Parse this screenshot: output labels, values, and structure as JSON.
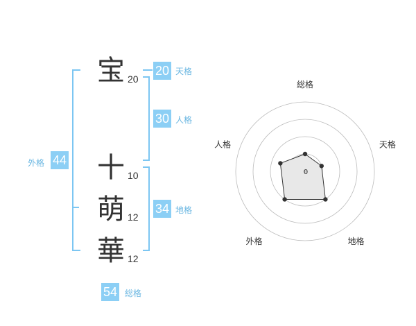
{
  "name": {
    "surname": [
      {
        "char": "宝",
        "strokes": "20"
      }
    ],
    "given": [
      {
        "char": "十",
        "strokes": "10"
      },
      {
        "char": "萌",
        "strokes": "12"
      },
      {
        "char": "華",
        "strokes": "12"
      }
    ]
  },
  "fortunes": {
    "tenkaku": {
      "value": "20",
      "label": "天格"
    },
    "jinkaku": {
      "value": "30",
      "label": "人格"
    },
    "chikaku": {
      "value": "34",
      "label": "地格"
    },
    "gaikaku": {
      "value": "44",
      "label": "外格"
    },
    "soukaku": {
      "value": "54",
      "label": "総格"
    }
  },
  "radar": {
    "axes": [
      "総格",
      "天格",
      "地格",
      "外格",
      "人格"
    ],
    "levels": 4,
    "max": 4,
    "values": [
      1,
      1,
      2,
      2,
      1.5
    ],
    "center_label": "0",
    "colors": {
      "fill": "#e8e8e8",
      "stroke": "#333333",
      "point": "#333333",
      "ring": "#bbbbbb"
    }
  },
  "colors": {
    "accent": "#8ccff5",
    "label": "#6bb7e2",
    "bracket": "#7cc6f2"
  }
}
